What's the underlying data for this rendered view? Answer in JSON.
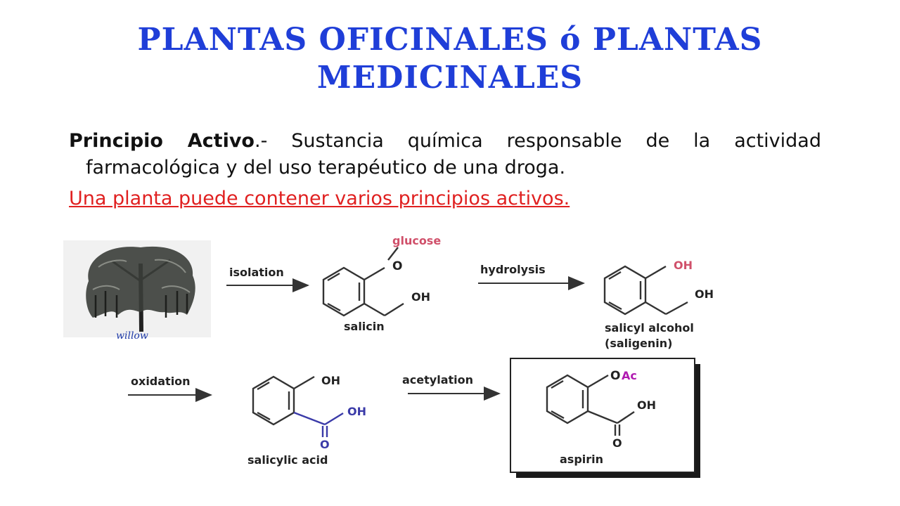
{
  "title_line1": "PLANTAS OFICINALES ó PLANTAS",
  "title_line2": "MEDICINALES",
  "def_term": "Principio Activo",
  "def_rest": ".- Sustancia química responsable de la actividad farmacológica y del uso terapéutico de una droga.",
  "note": "Una planta puede contener varios principios activos.",
  "willow_caption": "willow",
  "steps": {
    "isolation": "isolation",
    "hydrolysis": "hydrolysis",
    "oxidation": "oxidation",
    "acetylation": "acetylation"
  },
  "compounds": {
    "salicin": {
      "name": "salicin",
      "sugar": "glucose",
      "o": "O",
      "oh": "OH"
    },
    "salicyl_alcohol": {
      "name": "salicyl alcohol",
      "name2": "(saligenin)",
      "oh1": "OH",
      "oh2": "OH"
    },
    "salicylic_acid": {
      "name": "salicylic acid",
      "oh1": "OH",
      "oh2": "OH",
      "o": "O"
    },
    "aspirin": {
      "name": "aspirin",
      "o": "O",
      "ac": "Ac",
      "oh": "OH",
      "co": "O"
    }
  },
  "colors": {
    "title": "#1f3ed8",
    "note": "#e02020",
    "glucose": "#d0506a",
    "acid_group": "#3a3aa8",
    "acetyl": "#b01ab0"
  }
}
